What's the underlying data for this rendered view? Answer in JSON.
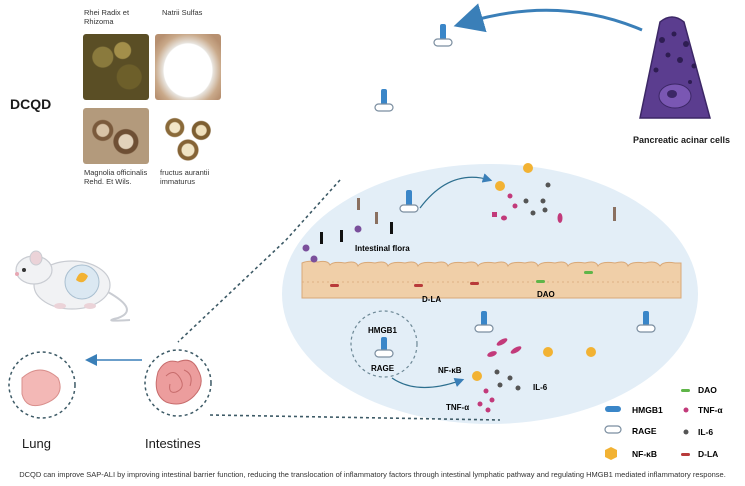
{
  "title": "DCQD",
  "herbs": [
    {
      "label": "Rhei Radix et Rhizoma",
      "line1": "Rhei Radix et",
      "line2": "Rhizoma"
    },
    {
      "label": "Natrii Sulfas"
    },
    {
      "label": "Magnolia officinalis Rehd. Et Wils.",
      "line1": "Magnolia officinalis",
      "line2": "Rehd. Et Wils."
    },
    {
      "label": "fructus aurantii immaturus",
      "line1": "fructus aurantii",
      "line2": "immaturus"
    }
  ],
  "pancreas_label": "Pancreatic acinar cells",
  "intestine_labels": {
    "flora": "Intestinal flora",
    "dla": "D-LA",
    "dao": "DAO",
    "hmgb1": "HMGB1",
    "rage": "RAGE",
    "nfkb": "NF-κB",
    "il6": "IL-6",
    "tnfa": "TNF-α"
  },
  "organs": {
    "lung": "Lung",
    "intestines": "Intestines"
  },
  "legend": {
    "hmgb1": "HMGB1",
    "rage": "RAGE",
    "nfkb": "NF-κB",
    "dao": "DAO",
    "tnfa": "TNF-α",
    "il6": "IL-6",
    "dla": "D-LA"
  },
  "caption": "DCQD can improve SAP-ALI by improving intestinal barrier function, reducing the translocation of inflammatory factors through intestinal lymphatic pathway and regulating HMGB1 mediated inflammatory response.",
  "colors": {
    "hmgb1": "#3a86c8",
    "tnfa": "#c23a7a",
    "il6": "#555555",
    "nfkb": "#f2b233",
    "dao": "#5fb548",
    "dla": "#b83a3a",
    "acinar": "#5b3d8f",
    "villi": "#f0cfa8",
    "ellipse": "#e3eef7"
  }
}
